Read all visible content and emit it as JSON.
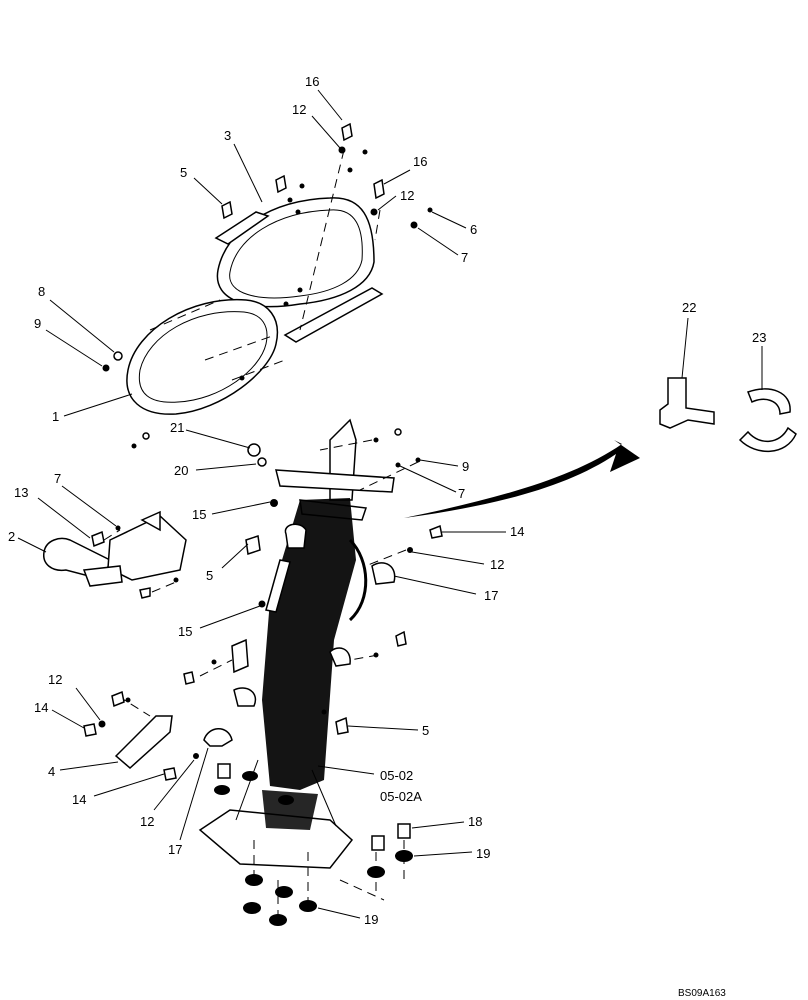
{
  "diagram": {
    "reference_code": "BS09A163",
    "callouts": {
      "c16a": "16",
      "c12a": "12",
      "c3": "3",
      "c5a": "5",
      "c16b": "16",
      "c12b": "12",
      "c6": "6",
      "c7a": "7",
      "c8": "8",
      "c9a": "9",
      "c1": "1",
      "c22": "22",
      "c23": "23",
      "c21": "21",
      "c9b": "9",
      "c20": "20",
      "c7b": "7",
      "c7c": "7",
      "c13": "13",
      "c2": "2",
      "c15a": "15",
      "c14a": "14",
      "c5b": "5",
      "c12c": "12",
      "c17a": "17",
      "c15b": "15",
      "c12d": "12",
      "c14b": "14",
      "c5c": "5",
      "c4": "4",
      "c14c": "14",
      "c0502": "05-02",
      "c0502a": "05-02A",
      "c12e": "12",
      "c17b": "17",
      "c18": "18",
      "c19a": "19",
      "c19b": "19"
    }
  }
}
